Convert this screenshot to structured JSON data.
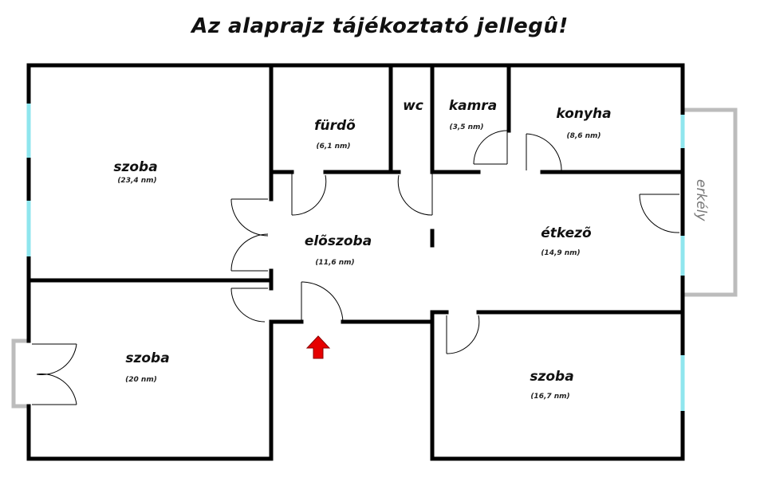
{
  "title": "Az alaprajz tájékoztató jellegû!",
  "colors": {
    "wall": "#000000",
    "window": "#8fe6ee",
    "balcony": "#bcbcbc",
    "entrance_arrow": "#e60000"
  },
  "rooms": {
    "szoba_1": {
      "name": "szoba",
      "area": "(23,4 nm)"
    },
    "furdo": {
      "name": "fürdõ",
      "area": "(6,1 nm)"
    },
    "wc": {
      "name": "wc"
    },
    "kamra": {
      "name": "kamra",
      "area": "(3,5 nm)"
    },
    "konyha": {
      "name": "konyha",
      "area": "(8,6 nm)"
    },
    "eloszoba": {
      "name": "elõszoba",
      "area": "(11,6 nm)"
    },
    "etkezo": {
      "name": "étkezõ",
      "area": "(14,9 nm)"
    },
    "szoba_2": {
      "name": "szoba",
      "area": "(20 nm)"
    },
    "szoba_3": {
      "name": "szoba",
      "area": "(16,7 nm)"
    }
  },
  "balcony_label": "erkély",
  "entrance_icon": "up-arrow-icon"
}
